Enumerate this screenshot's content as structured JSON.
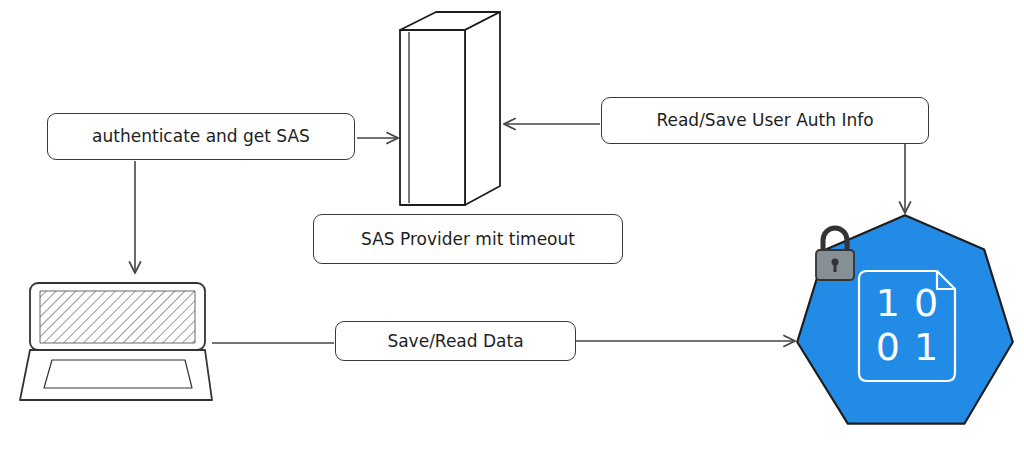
{
  "diagram": {
    "nodes": [
      {
        "text": [
          "authenticate and get SAS"
        ]
      },
      {
        "text": [
          "Read/Save User Auth Info"
        ]
      },
      {
        "text": [
          "SAS Provider mit timeout"
        ]
      },
      {
        "text": [
          "Save/Read Data"
        ]
      },
      {
        "text": [
          "1 0 0 1"
        ]
      }
    ],
    "edges": [
      {
        "from": 1,
        "to": 4,
        "arrow": "to"
      },
      {
        "from": 3,
        "to": 4,
        "arrow": "to"
      }
    ]
  }
}
